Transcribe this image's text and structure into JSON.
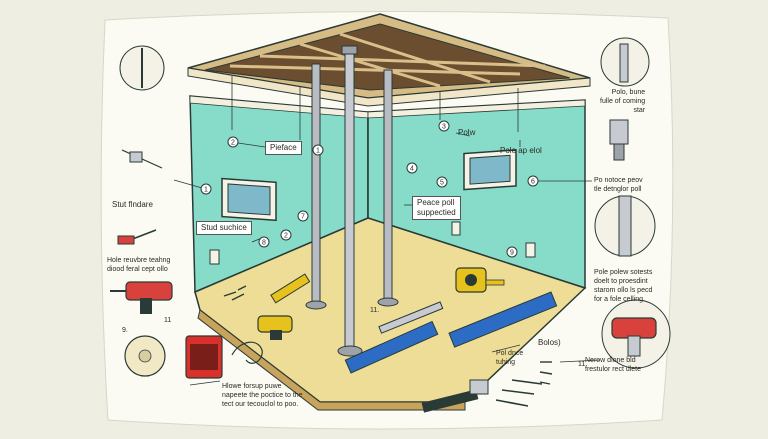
{
  "labels": {
    "pieface": "Pieface",
    "polw": "Polw",
    "pole_ap_elol": "Pole ap elol",
    "peace_poll": "Peace poll\nsuppectied",
    "stud_suchice": "Stud suchice",
    "stut_flndare": "Stut flndare",
    "hole_reuvbre": "Hole reuvbre teahng\ndiood feral cept ollo",
    "polo_bune": "Polo, bune\nfulle of coming\nstar",
    "notoce": "Po notoce peov\ntle detnglor poll",
    "pole_polew": "Pole polew sotests\ndoelt to proesdint\nstarom ollo ls pecd\nfor a fole celling.",
    "hlowe": "Hlowe forsup puwe\nnapeete the poctice to the\ntect our tecouclol to poo.",
    "pol_dnce": "Pol dnce\ntuhing",
    "bolos": "Bolos)",
    "nerow_dlone": "Nerow dlone bld\nfrestulor rect dlete",
    "eleven": "11",
    "nine": "9.",
    "eleven_b": "11.",
    "eleven_c": "11."
  },
  "callouts": [
    "1",
    "2",
    "3",
    "4",
    "5",
    "6",
    "7",
    "8",
    "9",
    "2",
    "1"
  ],
  "colors": {
    "wall": "#86dcc8",
    "floor": "#eedd97",
    "background": "#efeee2",
    "card": "#fbfbf4",
    "pole": "#b9bdc3",
    "level_blue": "#2d6cc4",
    "drill_red": "#d9413c",
    "case_red": "#d9302c",
    "tape_yellow": "#e7c21c",
    "beam": "#c9a96d"
  },
  "icons": [
    "drill-icon",
    "hammer-icon",
    "level-icon",
    "tape-measure-icon",
    "toolbox-icon",
    "bolt-icon",
    "outlet-icon",
    "window-icon",
    "pole-icon",
    "heat-gun-icon",
    "wire-coil-icon",
    "clamp-icon"
  ]
}
